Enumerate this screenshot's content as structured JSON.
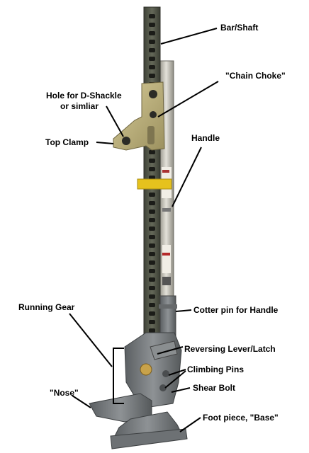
{
  "labels": {
    "bar_shaft": "Bar/Shaft",
    "chain_choke": "\"Chain Choke\"",
    "hole_line1": "Hole for D-Shackle",
    "hole_line2": "or simliar",
    "top_clamp": "Top Clamp",
    "handle": "Handle",
    "cotter_pin": "Cotter pin for Handle",
    "running_gear": "Running Gear",
    "reversing_lever": "Reversing Lever/Latch",
    "climbing_pins": "Climbing Pins",
    "shear_bolt": "Shear Bolt",
    "nose": "\"Nose\"",
    "foot_piece": "Foot piece, \"Base\""
  },
  "colors": {
    "steel": "#54584c",
    "steel_dark": "#3a3d35",
    "zinc": "#b9ad7c",
    "handle": "#c9c7bc",
    "yellow_band": "#e6c21d",
    "casting": "#75797c",
    "text": "#000000"
  }
}
